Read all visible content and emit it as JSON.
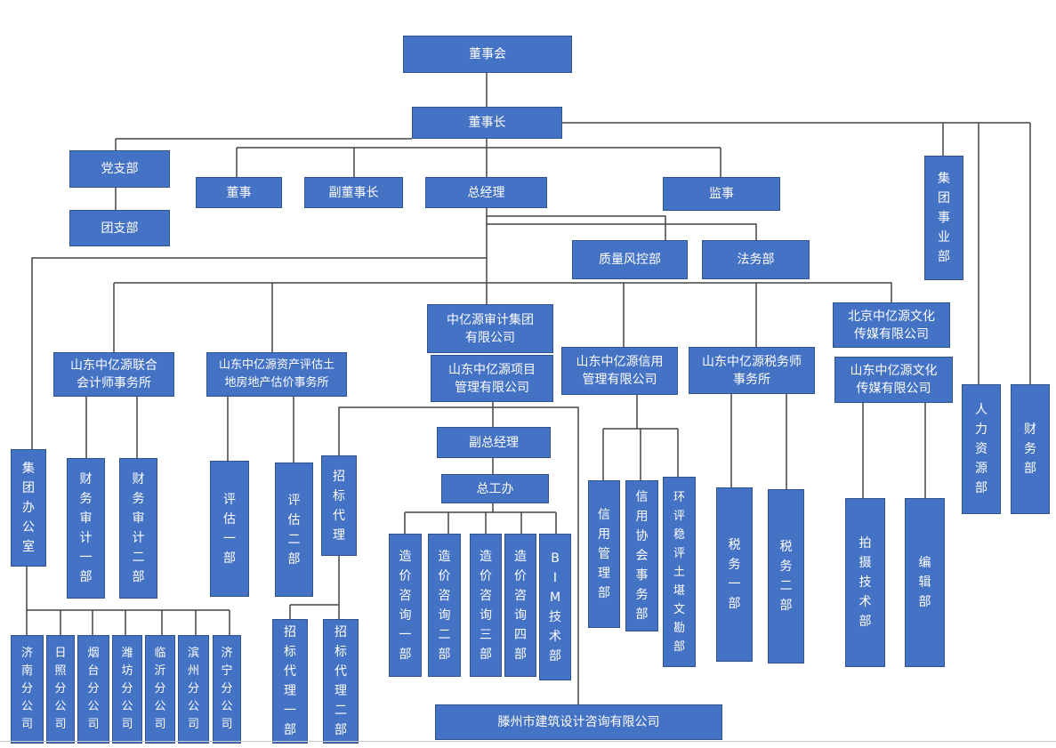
{
  "nodes": {
    "board": "董事会",
    "chairman": "董事长",
    "party": "党支部",
    "league": "团支部",
    "director": "董事",
    "vice_chair": "副董事长",
    "gm": "总经理",
    "supervisor": "监事",
    "group_biz": "集\n团\n事\n业\n部",
    "quality": "质量风控部",
    "legal": "法务部",
    "group_office": "集\n团\n办\n公\n室",
    "accounting": "山东中亿源联合\n会计师事务所",
    "audit1": "财\n务\n审\n计\n一\n部",
    "audit2": "财\n务\n审\n计\n二\n部",
    "appraisal": "山东中亿源资产评估土\n地房地产估价事务所",
    "eval1": "评\n估\n一\n部",
    "eval2": "评\n估\n二\n部",
    "audit_group": "中亿源审计集团\n有限公司",
    "project_mgmt": "山东中亿源项目\n管理有限公司",
    "bidding": "招\n标\n代\n理",
    "bid1": "招\n标\n代\n理\n一\n部",
    "bid2": "招\n标\n代\n理\n二\n部",
    "vice_gm": "副总经理",
    "chief_eng": "总工办",
    "cost1": "造\n价\n咨\n询\n一\n部",
    "cost2": "造\n价\n咨\n询\n二\n部",
    "cost3": "造\n价\n咨\n询\n三\n部",
    "cost4": "造\n价\n咨\n询\n四\n部",
    "bim": "B\nI\nM\n技\n术\n部",
    "tengzhou": "滕州市建筑设计咨询有限公司",
    "credit": "山东中亿源信用\n管理有限公司",
    "credit_mgmt": "信\n用\n管\n理\n部",
    "credit_assoc": "信\n用\n协\n会\n事\n务\n部",
    "env": "环\n评\n稳\n评\n土\n堪\n文\n勘\n部",
    "tax_firm": "山东中亿源税务师\n事务所",
    "tax1": "税\n务\n一\n部",
    "tax2": "税\n务\n二\n部",
    "bj_media": "北京中亿源文化\n传媒有限公司",
    "sd_media": "山东中亿源文化\n传媒有限公司",
    "shooting": "拍\n摄\n技\n术\n部",
    "editing": "编\n辑\n部",
    "hr": "人\n力\n资\n源\n部",
    "finance": "财\n务\n部",
    "jinan": "济\n南\n分\n公\n司",
    "rizhao": "日\n照\n分\n公\n司",
    "yantai": "烟\n台\n分\n公\n司",
    "weifang": "潍\n坊\n分\n公\n司",
    "linyi": "临\n沂\n分\n公\n司",
    "binzhou": "滨\n州\n分\n公\n司",
    "jining": "济\n宁\n分\n公\n司"
  }
}
